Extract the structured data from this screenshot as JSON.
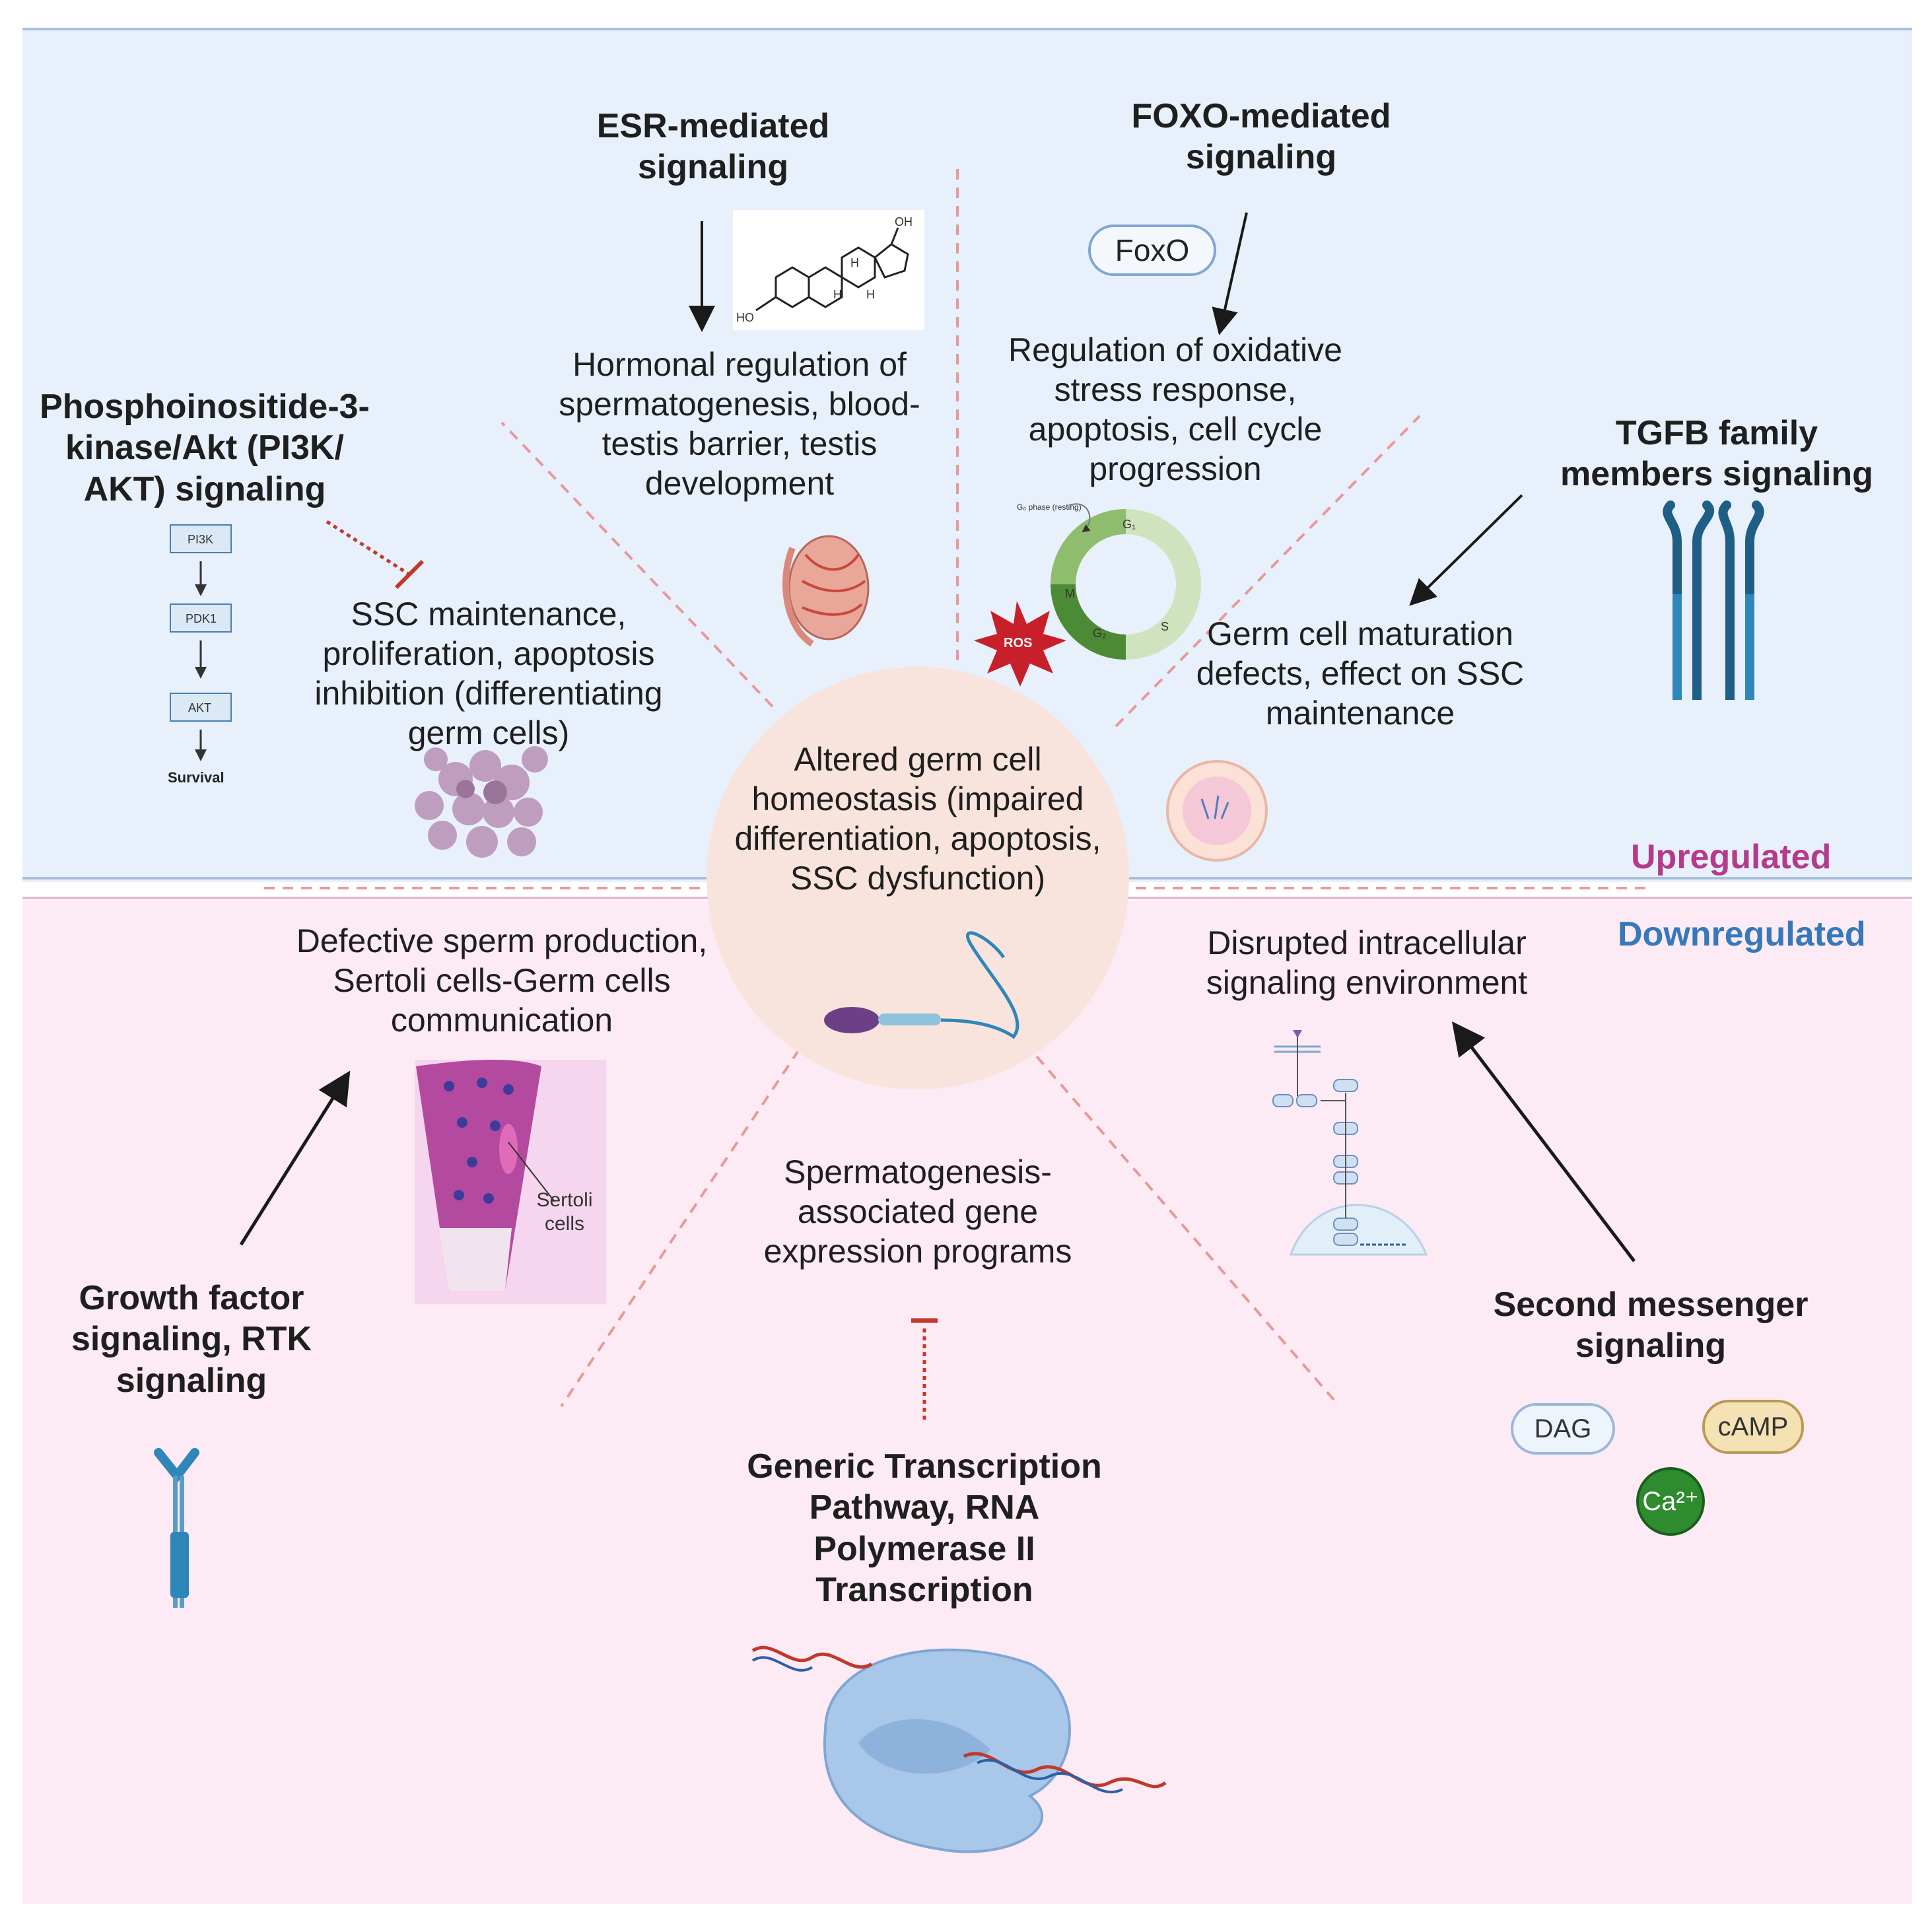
{
  "regions": {
    "upregulated": "Upregulated",
    "downregulated": "Downregulated"
  },
  "colors": {
    "upregulated_tag": "#b43b8c",
    "downregulated_tag": "#3579b9",
    "inhibition": "#c0392b",
    "receptor_blue": "#2f86b8",
    "center_fill": "#f8e4dc"
  },
  "center": {
    "text": "Altered germ cell homeostasis (impaired differentiation, apoptosis, SSC dysfunction)"
  },
  "esr": {
    "title": "ESR-mediated signaling",
    "effect": "Hormonal regulation of spermatogenesis, blood-testis barrier, testis development",
    "oh_label": "OH",
    "ho_label": "HO",
    "h_label": "H"
  },
  "foxo": {
    "title": "FOXO-mediated signaling",
    "pill": "FoxO",
    "effect": "Regulation of oxidative stress response, apoptosis, cell cycle progression",
    "ros": "ROS",
    "cycle": {
      "g0": "G₀ phase (resting)",
      "g1": "G₁",
      "s": "S",
      "g2": "G₂",
      "m": "M"
    }
  },
  "pi3k": {
    "title": "Phosphoinositide-3-kinase/Akt (PI3K/ AKT) signaling",
    "effect": "SSC maintenance, proliferation, apoptosis inhibition (differentiating germ cells)",
    "cascade": [
      "PI3K",
      "PDK1",
      "AKT"
    ],
    "survival": "Survival"
  },
  "tgfb": {
    "title": "TGFB family members signaling",
    "effect": "Germ cell maturation defects, effect on SSC maintenance"
  },
  "growth": {
    "title": "Growth factor signaling, RTK signaling",
    "effect": "Defective sperm production, Sertoli cells-Germ cells communication",
    "sertoli": "Sertoli cells"
  },
  "transcription": {
    "title": "Generic Transcription Pathway, RNA Polymerase II Transcription",
    "effect": "Spermatogenesis-associated gene expression programs"
  },
  "second_messenger": {
    "title": "Second messenger signaling",
    "effect": "Disrupted intracellular signaling environment",
    "dag": "DAG",
    "camp": "cAMP",
    "ca": "Ca²⁺"
  }
}
